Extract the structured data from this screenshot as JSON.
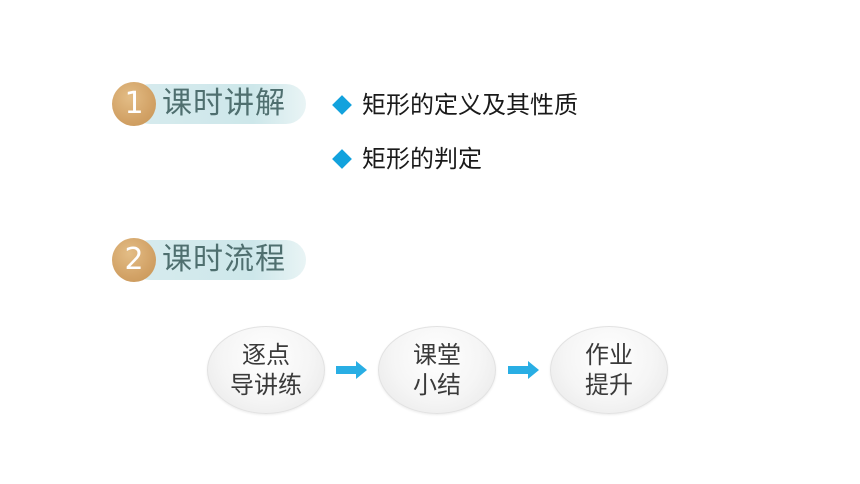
{
  "sections": [
    {
      "number": "1",
      "title": "课时讲解"
    },
    {
      "number": "2",
      "title": "课时流程"
    }
  ],
  "topics": [
    "矩形的定义及其性质",
    "矩形的判定"
  ],
  "flow": [
    {
      "line1": "逐点",
      "line2": "导讲练"
    },
    {
      "line1": "课堂",
      "line2": "小结"
    },
    {
      "line1": "作业",
      "line2": "提升"
    }
  ],
  "colors": {
    "badge": "#d2a266",
    "pill": "#cde7ea",
    "section_title": "#4f6f6f",
    "bullet": "#12a2dd",
    "arrow": "#29aee4"
  },
  "icons": {
    "bullet": "diamond-bullet-icon",
    "flow_arrow": "right-arrow-icon"
  }
}
